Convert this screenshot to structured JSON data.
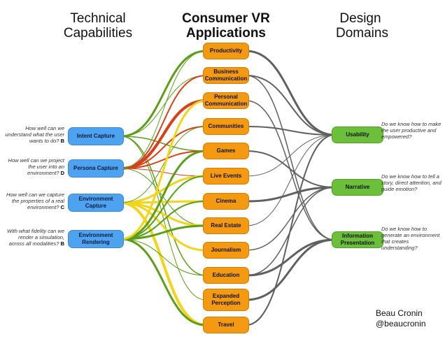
{
  "headers": {
    "left": "Technical Capabilities",
    "middle": "Consumer VR Applications",
    "right": "Design Domains"
  },
  "colors": {
    "capability": "#4ea3f0",
    "application": "#f39a12",
    "domain": "#6cbf3a",
    "edge_green": "#5a9e1a",
    "edge_red": "#d8401a",
    "edge_yellow": "#f2d41a",
    "edge_gray": "#606060"
  },
  "capabilities": [
    {
      "id": "intent",
      "label": "Intent Capture",
      "question": "How well can we understand what the user wants to do?",
      "grade": "B"
    },
    {
      "id": "persona",
      "label": "Persona Capture",
      "question": "How well can we project the user into an environment?",
      "grade": "D"
    },
    {
      "id": "envcap",
      "label": "Environment Capture",
      "question": "How well can we capture the properties of a real environment?",
      "grade": "C"
    },
    {
      "id": "envrend",
      "label": "Environment Rendering",
      "question": "With what fidelity can we render a simulation, across all modalities?",
      "grade": "B"
    }
  ],
  "applications": [
    {
      "id": "productivity",
      "label": "Productivity"
    },
    {
      "id": "business",
      "label": "Business Communication"
    },
    {
      "id": "personal",
      "label": "Personal Communication"
    },
    {
      "id": "communities",
      "label": "Communities"
    },
    {
      "id": "games",
      "label": "Games"
    },
    {
      "id": "live",
      "label": "Live Events"
    },
    {
      "id": "cinema",
      "label": "Cinema"
    },
    {
      "id": "realestate",
      "label": "Real Estate"
    },
    {
      "id": "journalism",
      "label": "Journalism"
    },
    {
      "id": "education",
      "label": "Education"
    },
    {
      "id": "expanded",
      "label": "Expanded Perception"
    },
    {
      "id": "travel",
      "label": "Travel"
    }
  ],
  "domains": [
    {
      "id": "usability",
      "label": "Usability",
      "question": "Do we know how to make the user productive and empowered?"
    },
    {
      "id": "narrative",
      "label": "Narrative",
      "question": "Do we know how to tell a story, direct attention, and guide emotion?"
    },
    {
      "id": "info",
      "label": "Information Presentation",
      "question": "Do we know how to generate an environment that creates understanding?"
    }
  ],
  "capability_links": [
    {
      "from": "intent",
      "to": "productivity",
      "color": "green",
      "weight": 3
    },
    {
      "from": "intent",
      "to": "business",
      "color": "green",
      "weight": 1
    },
    {
      "from": "intent",
      "to": "games",
      "color": "green",
      "weight": 1.5
    },
    {
      "from": "intent",
      "to": "education",
      "color": "green",
      "weight": 1.5
    },
    {
      "from": "intent",
      "to": "expanded",
      "color": "green",
      "weight": 1
    },
    {
      "from": "persona",
      "to": "business",
      "color": "red",
      "weight": 2
    },
    {
      "from": "persona",
      "to": "personal",
      "color": "red",
      "weight": 4
    },
    {
      "from": "persona",
      "to": "communities",
      "color": "red",
      "weight": 2
    },
    {
      "from": "persona",
      "to": "games",
      "color": "red",
      "weight": 2
    },
    {
      "from": "persona",
      "to": "live",
      "color": "red",
      "weight": 1
    },
    {
      "from": "persona",
      "to": "productivity",
      "color": "green",
      "weight": 1
    },
    {
      "from": "persona",
      "to": "realestate",
      "color": "green",
      "weight": 1
    },
    {
      "from": "envcap",
      "to": "live",
      "color": "yellow",
      "weight": 3
    },
    {
      "from": "envcap",
      "to": "cinema",
      "color": "yellow",
      "weight": 3
    },
    {
      "from": "envcap",
      "to": "realestate",
      "color": "yellow",
      "weight": 3
    },
    {
      "from": "envcap",
      "to": "journalism",
      "color": "yellow",
      "weight": 3
    },
    {
      "from": "envcap",
      "to": "travel",
      "color": "yellow",
      "weight": 4
    },
    {
      "from": "envcap",
      "to": "communities",
      "color": "green",
      "weight": 1
    },
    {
      "from": "envrend",
      "to": "games",
      "color": "green",
      "weight": 3
    },
    {
      "from": "envrend",
      "to": "live",
      "color": "green",
      "weight": 2
    },
    {
      "from": "envrend",
      "to": "cinema",
      "color": "green",
      "weight": 2
    },
    {
      "from": "envrend",
      "to": "realestate",
      "color": "green",
      "weight": 3
    },
    {
      "from": "envrend",
      "to": "education",
      "color": "green",
      "weight": 1
    },
    {
      "from": "envrend",
      "to": "travel",
      "color": "green",
      "weight": 3
    },
    {
      "from": "envrend",
      "to": "personal",
      "color": "yellow",
      "weight": 3
    }
  ],
  "domain_links": [
    {
      "from": "productivity",
      "to": "usability",
      "weight": 3
    },
    {
      "from": "business",
      "to": "usability",
      "weight": 2
    },
    {
      "from": "business",
      "to": "info",
      "weight": 1.5
    },
    {
      "from": "personal",
      "to": "info",
      "weight": 1.5
    },
    {
      "from": "communities",
      "to": "usability",
      "weight": 2
    },
    {
      "from": "games",
      "to": "narrative",
      "weight": 2
    },
    {
      "from": "live",
      "to": "usability",
      "weight": 1
    },
    {
      "from": "cinema",
      "to": "narrative",
      "weight": 3
    },
    {
      "from": "realestate",
      "to": "usability",
      "weight": 1
    },
    {
      "from": "journalism",
      "to": "narrative",
      "weight": 1.5
    },
    {
      "from": "education",
      "to": "narrative",
      "weight": 1.5
    },
    {
      "from": "education",
      "to": "info",
      "weight": 3
    },
    {
      "from": "expanded",
      "to": "info",
      "weight": 3
    },
    {
      "from": "travel",
      "to": "usability",
      "weight": 2
    }
  ],
  "credit": {
    "name": "Beau Cronin",
    "handle": "@beaucronin"
  }
}
